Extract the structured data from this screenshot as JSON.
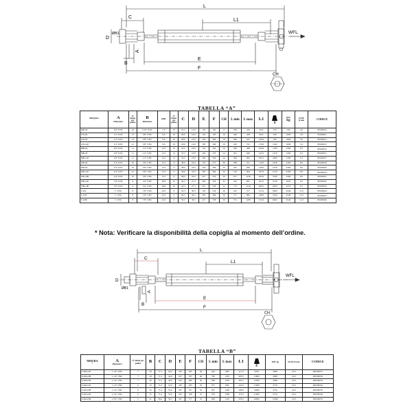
{
  "drawing_a": {
    "labels": {
      "L": "L",
      "L1": "L1",
      "C": "C",
      "D": "D",
      "B1": "ØB1",
      "A": "A",
      "B": "B",
      "E": "E",
      "F": "F",
      "CH": "CH",
      "WFL": "WFL"
    }
  },
  "tabella_a": {
    "title": "TABELLA “A”",
    "headers": {
      "misura": "MISURA",
      "misura_unit": "\"",
      "a_big": "A",
      "a_small": "Filettatura",
      "n": "N° Filetti per pollice",
      "b_big": "B",
      "b_small": "Filettatura",
      "b1": "ØB1",
      "n2": "N° Filetti per pollice",
      "c": "C",
      "d": "D",
      "e": "E",
      "f": "F",
      "ch": "CH",
      "lmin": "L min",
      "lmax": "L max",
      "l1": "L1",
      "g": "g",
      "wfl": "WFL",
      "kg": "kg",
      "fune": "FUNE",
      "fune_unit": "Ø mm",
      "codice": "CODICE"
    },
    "rows": [
      [
        "3/8 x 6",
        "3/8\" UNC",
        "16",
        "5/16\" UNC",
        "7.9",
        "18",
        "25.5",
        "12.0",
        "152",
        "183",
        "17",
        "258",
        "410",
        "94.0",
        "370",
        "540",
        "4.0",
        "081090010"
      ],
      [
        "1/2 x 6",
        "1/2\" UNC",
        "13",
        "3/8\" UNC",
        "9.6",
        "16",
        "28.0",
        "16.0",
        "152",
        "193",
        "19",
        "300",
        "458",
        "99.0",
        "450",
        "1000",
        "5.0",
        "081090011"
      ],
      [
        "1/2 x 9",
        "1/2\" UNC",
        "13",
        "3/8\" UNC",
        "9.6",
        "16",
        "28.0",
        "16.0",
        "229",
        "269",
        "19",
        "360",
        "597",
        "138.3",
        "700",
        "1000",
        "5.0",
        "081090012"
      ],
      [
        "1/2 x 12",
        "1/2\" UNC",
        "13",
        "3/8\" UNC",
        "9.6",
        "16",
        "28.0",
        "16.0",
        "305",
        "346",
        "19",
        "450",
        "761",
        "176.0",
        "1100",
        "1000",
        "5.0",
        "081090013"
      ],
      [
        "5/8 x 6",
        "5/8\" UNC",
        "11",
        "1/2\" UNC",
        "12.5",
        "13",
        "32.5",
        "18.0",
        "152",
        "202",
        "24",
        "346",
        "498",
        "109.0",
        "1100",
        "1590",
        "6.5",
        "081090014"
      ],
      [
        "5/8 x 9",
        "5/8\" UNC",
        "11",
        "1/2\" UNC",
        "12.5",
        "13",
        "32.5",
        "18.0",
        "229",
        "279",
        "24",
        "401",
        "640",
        "143.5",
        "1478",
        "1590",
        "6.5",
        "081090015"
      ],
      [
        "5/8 x 12",
        "5/8\" UNC",
        "11",
        "1/2\" UNC",
        "12.5",
        "13",
        "32.5",
        "18.0",
        "305",
        "356",
        "24",
        "500",
        "805",
        "182.5",
        "2060",
        "1590",
        "6.5",
        "081090017"
      ],
      [
        "3/4 x 6",
        "3/4\" UNC",
        "10",
        "5/8\" UNC",
        "15.5",
        "11",
        "38.0",
        "24.0",
        "152",
        "213",
        "30",
        "389",
        "521",
        "110.0",
        "1928",
        "2260",
        "8.0",
        "081090018"
      ],
      [
        "3/4 x 9",
        "3/4\" UNC",
        "10",
        "5/8\" UNC",
        "15.5",
        "11",
        "38.0",
        "24.0",
        "229",
        "289",
        "30",
        "432",
        "666",
        "149.0",
        "2318",
        "2260",
        "8.0",
        "081090020"
      ],
      [
        "3/4 x 12",
        "3/4\" UNC",
        "10",
        "5/8\" UNC",
        "15.5",
        "11",
        "38.0",
        "24.0",
        "305",
        "366",
        "30",
        "519",
        "824",
        "187.0",
        "2720",
        "2260",
        "8.0",
        "081090019"
      ],
      [
        "3/4 x 18",
        "3/4\" UNC",
        "10",
        "5/8\" UNC",
        "15.5",
        "11",
        "38.0",
        "24.0",
        "457",
        "518",
        "30",
        "671",
        "1128",
        "263.0",
        "3700",
        "2260",
        "8.0",
        "081090021"
      ],
      [
        "7/8 x 12",
        "7/8\" UNC",
        "9",
        "3/4\" UNC",
        "18.6",
        "10",
        "42.5",
        "27.5",
        "305",
        "376",
        "32",
        "542",
        "847",
        "192.5",
        "3718",
        "3270",
        "9.5",
        "081090022"
      ],
      [
        "7/8 x 18",
        "7/8\" UNC",
        "9",
        "3/4\" UNC",
        "18.6",
        "10",
        "42.5",
        "27.5",
        "457",
        "528",
        "32",
        "713",
        "1158",
        "268.5",
        "4650",
        "3270",
        "9.5",
        "081090023"
      ],
      [
        "1 x 6",
        "1\" UNC",
        "8",
        "7/8\" UNC",
        "22.0",
        "9",
        "50.5",
        "30.5",
        "152",
        "234",
        "36",
        "425",
        "577",
        "121.0",
        "3600",
        "4540",
        "11.0",
        "081090024"
      ],
      [
        "1 x 12",
        "1\" UNC",
        "8",
        "7/8\" UNC",
        "22.0",
        "9",
        "50.5",
        "30.5",
        "305",
        "386",
        "36",
        "577",
        "882",
        "198.0",
        "5440",
        "4540",
        "11.0",
        "081090025"
      ],
      [
        "1 x 18",
        "1\" UNC",
        "8",
        "7/8\" UNC",
        "22.0",
        "9",
        "50.5",
        "30.5",
        "457",
        "538",
        "36",
        "731",
        "1188",
        "274.0",
        "6460",
        "4540",
        "11.0",
        "081090026"
      ]
    ]
  },
  "note": "* Nota: Verificare la disponibilità della copiglia al momento dell’ordine.",
  "drawing_b": {
    "labels": {
      "L": "L",
      "L1": "L1",
      "C": "C",
      "D": "D",
      "B1": "ØB1",
      "A": "A",
      "B": "B",
      "E": "E",
      "F": "F",
      "CH": "CH",
      "WFL": "WFL"
    }
  },
  "tabella_b": {
    "title": "TABELLA “B”",
    "headers": {
      "misura": "MISURA",
      "misura_unit": "\"",
      "a_big": "A",
      "a_small": "Filettatura",
      "n": "N° Filetti per pollice",
      "b": "B",
      "c": "C",
      "d": "D",
      "e": "E",
      "f": "F",
      "ch": "CH",
      "lmin": "L min",
      "lmax": "L max",
      "l1": "L1",
      "g": "g",
      "wfl": "WFL kg",
      "fune": "FUNE Ø mm",
      "codice": "CODICE"
    },
    "rows": [
      [
        "1.1/4 x 12",
        "1.1/4\" UNC",
        "7",
        "29",
        "71.5",
        "44.0",
        "305",
        "385",
        "46",
        "644",
        "968",
        "211.0",
        "9790",
        "6900",
        "16.0",
        "081090031"
      ],
      [
        "1.1/4 x 18",
        "1.1/4\" UNC",
        "7",
        "29",
        "71.5",
        "44.0",
        "457",
        "537",
        "46",
        "796",
        "1235",
        "287.0",
        "11000",
        "6900",
        "16.0",
        "081090032"
      ],
      [
        "1.1/4 x 24",
        "1.1/4\" UNC",
        "7",
        "29",
        "71.5",
        "44.0",
        "610",
        "689",
        "46",
        "948",
        "1550",
        "363.5",
        "12500",
        "6900",
        "16.0",
        "081090033"
      ],
      [
        "1.1/2 x 12",
        "1.1/2\" UNC",
        "6",
        "35",
        "71.0",
        "52.0",
        "305",
        "405",
        "55",
        "675",
        "992",
        "222.0",
        "17000",
        "9710",
        "16.0",
        "081090034"
      ],
      [
        "1.1/2 x 18",
        "1.1/2\" UNC",
        "6",
        "35",
        "71.0",
        "52.0",
        "457",
        "557",
        "55",
        "827",
        "1260",
        "298.0",
        "19000",
        "9710",
        "16.0",
        "081090035"
      ],
      [
        "1.1/2 x 24",
        "1.1/2\" UNC",
        "6",
        "35",
        "71.0",
        "52.0",
        "610",
        "708",
        "55",
        "979",
        "1580",
        "374.5",
        "21000",
        "9710",
        "16.0",
        "081090036"
      ],
      [
        "1.3/4 x 18",
        "1.3/4\" UNC",
        "5",
        "41",
        "86.0",
        "59.5",
        "457",
        "577",
        "70",
        "928",
        "1316",
        "295.0",
        "30000",
        "12500",
        "16.0",
        "081090037"
      ]
    ]
  }
}
